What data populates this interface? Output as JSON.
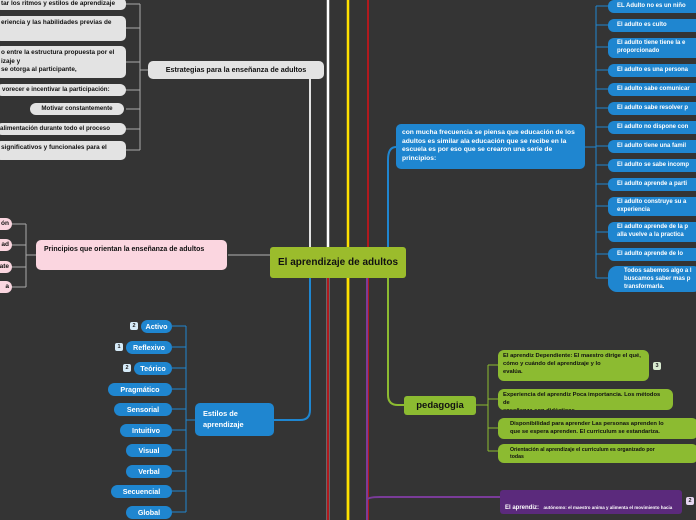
{
  "central_topic": "El aprendizaje de adultos",
  "estrategias": {
    "title": "Estrategias para la enseñanza de adultos",
    "items": [
      "tar los ritmos y estilos de aprendizaje",
      "eriencia y las habilidades previas de",
      "o entre la estructura propuesta por el\nizaje y\nse otorga al participante,",
      "vorecer e incentivar la participación:",
      "Motivar constantemente",
      "alimentación durante todo el proceso",
      "significativos y funcionales para el"
    ]
  },
  "principios_orientan": {
    "title": "Principios que orientan la enseñanza de adultos",
    "items": [
      "ón",
      "ad",
      "ate",
      "a"
    ]
  },
  "estilos": {
    "title": "Estilos de aprendizaje",
    "items": [
      {
        "label": "Activo",
        "badge": "2"
      },
      {
        "label": "Reflexivo",
        "badge": "1"
      },
      {
        "label": "Teórico",
        "badge": "2"
      },
      {
        "label": "Pragmático",
        "badge": ""
      },
      {
        "label": "Sensorial",
        "badge": ""
      },
      {
        "label": "Intuitivo",
        "badge": ""
      },
      {
        "label": "Visual",
        "badge": ""
      },
      {
        "label": "Verbal",
        "badge": ""
      },
      {
        "label": "Secuencial",
        "badge": ""
      },
      {
        "label": "Global",
        "badge": ""
      }
    ]
  },
  "principios": {
    "title": "con mucha frecuencia se piensa que educación de los adultos es similar ala educación que se recibe en la escuela es por eso que se crearon una serie de principios:",
    "items": [
      "EL Adulto no es un niño",
      "El adulto es culto",
      "El adulto tiene tiene la e\nproporcionado",
      "El adulto es una persona",
      "El adulto sabe comunicar",
      "El adulto sabe resolver p",
      "El adulto no dispone con",
      "El adulto tiene una famil",
      "El adulto  se sabe incomp",
      "El adulto aprende a parti",
      "El adulto construye su a\nexperiencia",
      "El adulto aprende de la p\nalla vuelve a la practica",
      "El adulto aprende de lo",
      "Todos sabemos algo a l\nbuscamos saber mas p\ntransformarla."
    ]
  },
  "pedagogia": {
    "title": "pedagogia",
    "items": [
      {
        "text": "El aprendiz Dependiente: El maestro dirige el qué,\ncómo y cuándo del aprendizaje y lo\nevalúa.",
        "badge": "3"
      },
      {
        "text": "Experiencia del aprendiz Poca importancia. Los métodos de\nenseñanza son didácticos.",
        "badge": ""
      },
      {
        "text": "Disponibilidad para aprender Las personas aprenden lo\nque se espera aprenden. El curriculum se estandariza.",
        "badge": ""
      },
      {
        "text": "Orientación al aprendizaje el curriculum es organizado por\ntodas",
        "badge": ""
      }
    ]
  },
  "andragogia_partial": {
    "label": "El aprendiz:",
    "text": "autónomo: el maestro anima y alimenta el movimiento hacia\nla autodirección",
    "badge": "2"
  }
}
